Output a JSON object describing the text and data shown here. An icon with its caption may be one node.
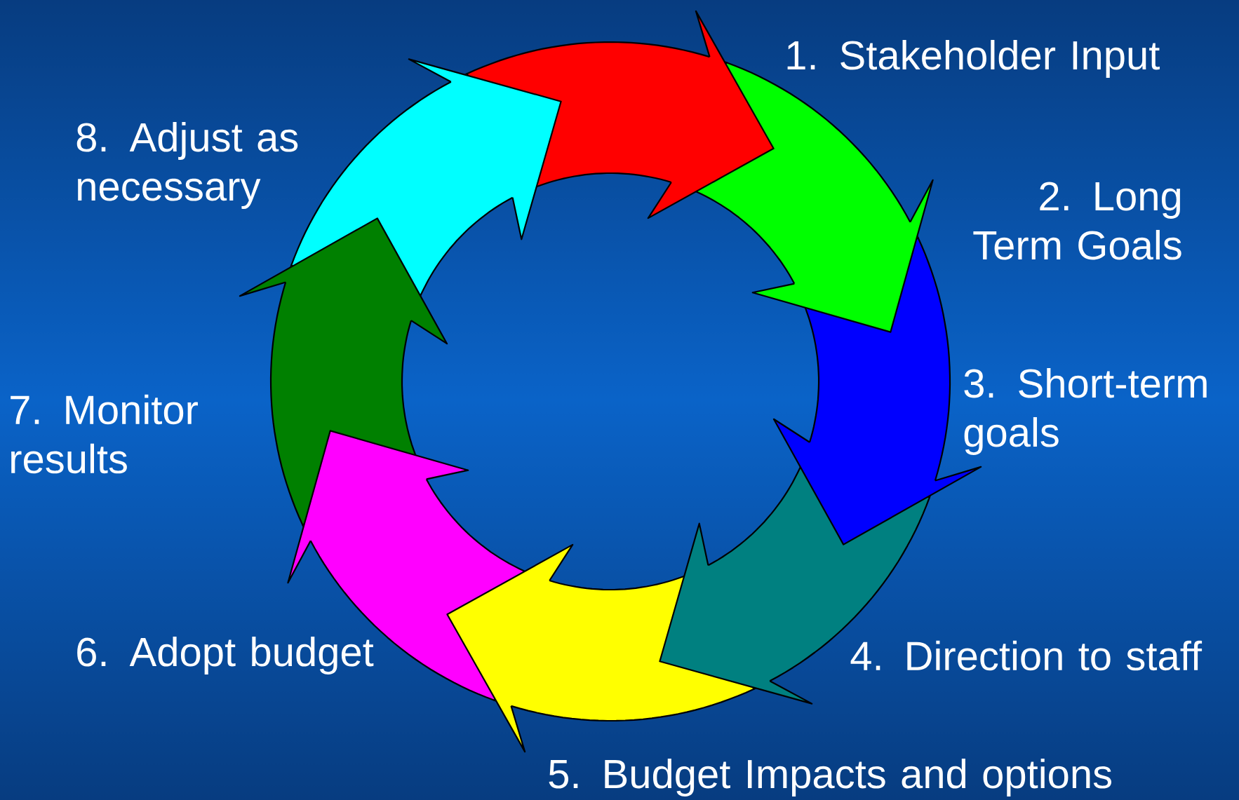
{
  "diagram": {
    "labels": [
      "1. Stakeholder Input",
      "8. Adjust as necessary",
      "2. Long Term Goals",
      "3. Short-term goals",
      "7. Monitor results",
      "6. Adopt budget",
      "4. Direction to staff",
      "5. Budget Impacts and options"
    ]
  }
}
